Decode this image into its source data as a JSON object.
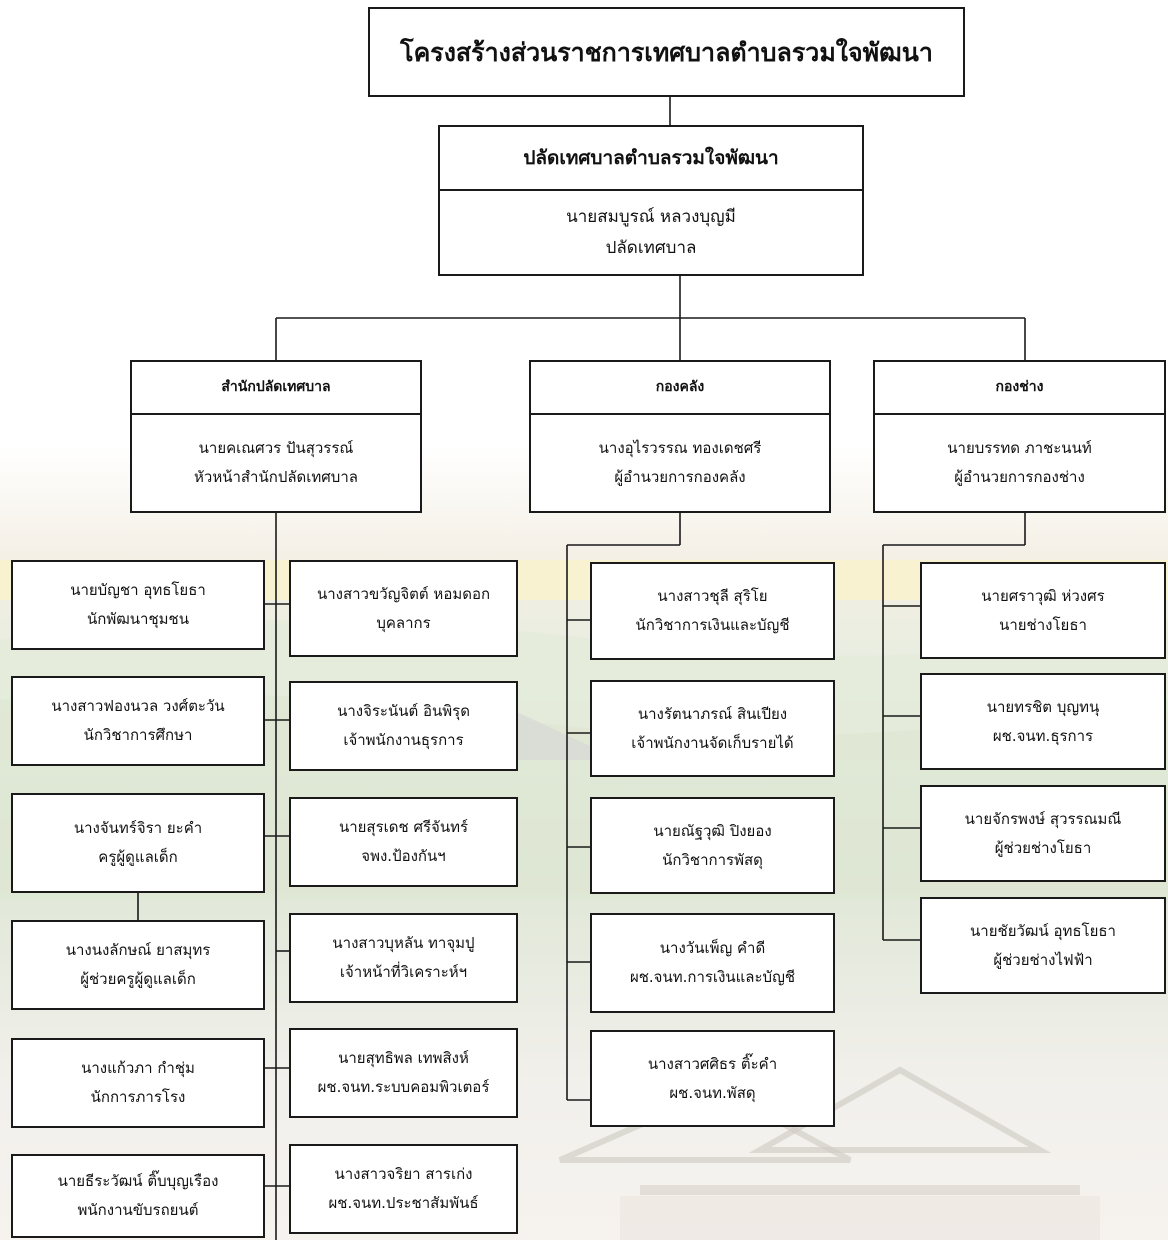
{
  "chart_title": "โครงสร้างส่วนราชการเทศบาลตำบลรวมใจพัฒนา",
  "head": {
    "title": "ปลัดเทศบาลตำบลรวมใจพัฒนา",
    "name": "นายสมบูรณ์  หลวงบุญมี",
    "position": "ปลัดเทศบาล"
  },
  "departments": [
    {
      "title": "สำนักปลัดเทศบาล",
      "head_name": "นายคเณศวร ปันสุวรรณ์",
      "head_position": "หัวหน้าสำนักปลัดเทศบาล",
      "staff_left": [
        {
          "name": "นายบัญชา  อุทธโยธา",
          "position": "นักพัฒนาชุมชน"
        },
        {
          "name": "นางสาวฟองนวล  วงศ์ตะวัน",
          "position": "นักวิชาการศึกษา"
        },
        {
          "name": "นางจันทร์จิรา ยะคำ",
          "position": "ครูผู้ดูแลเด็ก"
        },
        {
          "name": "นางนงลักษณ์  ยาสมุทร",
          "position": "ผู้ช่วยครูผู้ดูแลเด็ก"
        },
        {
          "name": "นางแก้วภา กำชุ่ม",
          "position": "นักการภารโรง"
        },
        {
          "name": "นายธีระวัฒน์  ติ๊บบุญเรือง",
          "position": "พนักงานขับรถยนต์"
        }
      ],
      "staff_right": [
        {
          "name": "นางสาวขวัญจิตต์ หอมดอก",
          "position": "บุคลากร"
        },
        {
          "name": "นางจิระนันต์  อินพิรุด",
          "position": "เจ้าพนักงานธุรการ"
        },
        {
          "name": "นายสุรเดช  ศรีจันทร์",
          "position": "จพง.ป้องกันฯ"
        },
        {
          "name": "นางสาวบุหลัน  ทาจุมปู",
          "position": "เจ้าหน้าที่วิเคราะห์ฯ"
        },
        {
          "name": "นายสุทธิพล เทพสิงห์",
          "position": "ผช.จนท.ระบบคอมพิวเตอร์"
        },
        {
          "name": "นางสาวจริยา สารเก่ง",
          "position": "ผช.จนท.ประชาสัมพันธ์"
        }
      ]
    },
    {
      "title": "กองคลัง",
      "head_name": "นางอุไรวรรณ  ทองเดชศรี",
      "head_position": "ผู้อำนวยการกองคลัง",
      "staff": [
        {
          "name": "นางสาวชุลี สุริโย",
          "position": "นักวิชาการเงินและบัญชี"
        },
        {
          "name": "นางรัตนาภรณ์  สินเปียง",
          "position": "เจ้าพนักงานจัดเก็บรายได้"
        },
        {
          "name": "นายณัฐวุฒิ ปิงยอง",
          "position": "นักวิชาการพัสดุ"
        },
        {
          "name": "นางวันเพ็ญ  คำดี",
          "position": "ผช.จนท.การเงินและบัญชี"
        },
        {
          "name": "นางสาวศศิธร  ติ๊ะคำ",
          "position": "ผช.จนท.พัสดุ"
        }
      ]
    },
    {
      "title": "กองช่าง",
      "head_name": "นายบรรทด ภาชะนนท์",
      "head_position": "ผู้อำนวยการกองช่าง",
      "staff": [
        {
          "name": "นายศราวุฒิ  ห่วงศร",
          "position": "นายช่างโยธา"
        },
        {
          "name": "นายทรชิต  บุญทนุ",
          "position": "ผช.จนท.ธุรการ"
        },
        {
          "name": "นายจักรพงษ์  สุวรรณมณี",
          "position": "ผู้ช่วยช่างโยธา"
        },
        {
          "name": "นายชัยวัฒน์  อุทธโยธา",
          "position": "ผู้ช่วยช่างไฟฟ้า"
        }
      ]
    }
  ]
}
